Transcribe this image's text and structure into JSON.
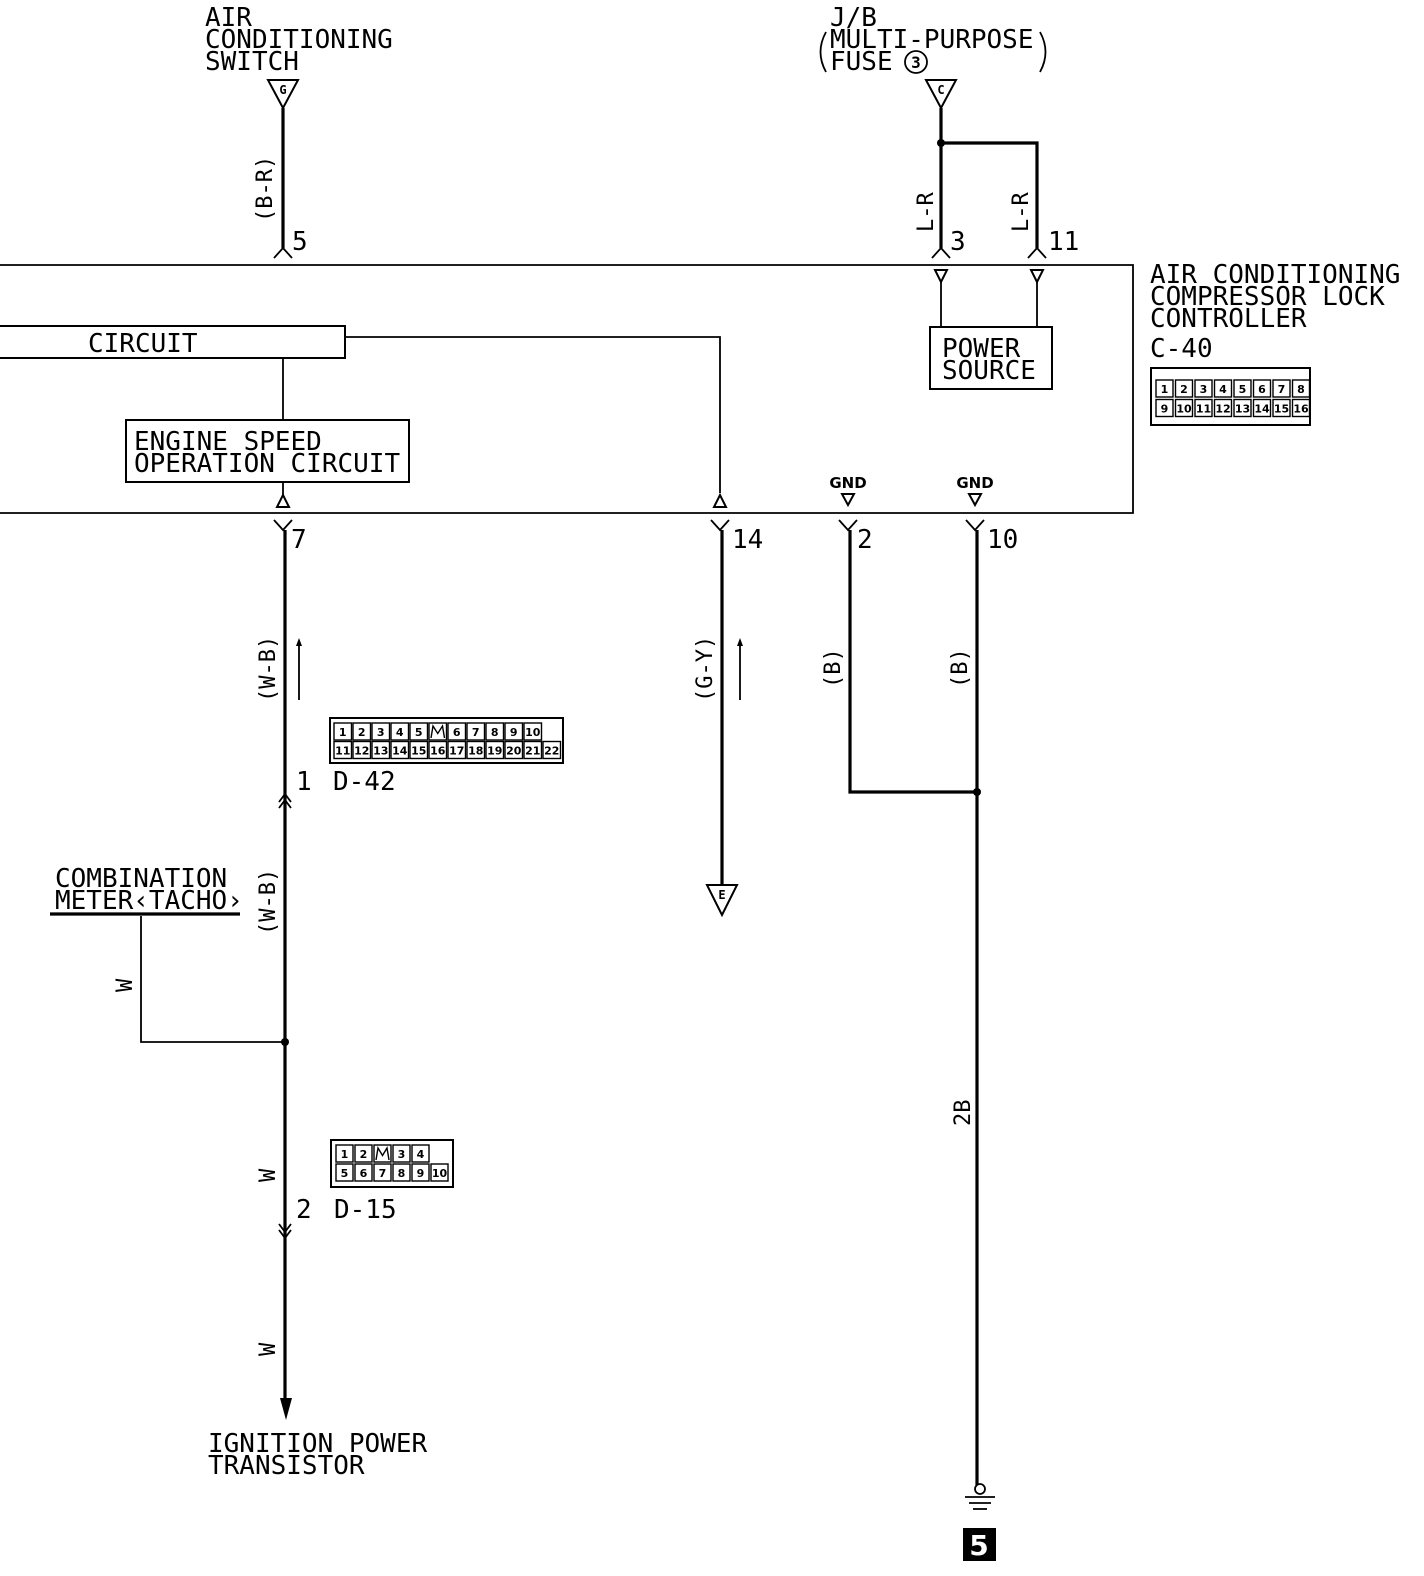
{
  "components": {
    "ac_switch": [
      "AIR",
      "CONDITIONING",
      "SWITCH"
    ],
    "ac_switch_terminal": "G",
    "jb": [
      "J/B",
      "MULTI-PURPOSE",
      "FUSE"
    ],
    "jb_fuse_number": "3",
    "jb_terminal": "C",
    "controller": [
      "AIR CONDITIONING",
      "COMPRESSOR LOCK",
      "CONTROLLER"
    ],
    "controller_connector": "C-40",
    "circuit_box": "CIRCUIT",
    "engine_speed": [
      "ENGINE SPEED",
      "OPERATION CIRCUIT"
    ],
    "power_source": [
      "POWER",
      "SOURCE"
    ],
    "combination_meter": [
      "COMBINATION",
      "METER‹TACHO›"
    ],
    "ignition_transistor": [
      "IGNITION POWER",
      "TRANSISTOR"
    ],
    "terminal_e": "E",
    "ground_ref": "5"
  },
  "pins": {
    "p5": "5",
    "p3": "3",
    "p11": "11",
    "p7": "7",
    "p14": "14",
    "p2": "2",
    "p10": "10",
    "d42_pin": "1",
    "d15_pin": "2"
  },
  "gnd_labels": [
    "GND",
    "GND"
  ],
  "wire_colors": {
    "br": "(B-R)",
    "lr1": "L-R",
    "lr2": "L-R",
    "wb1": "(W-B)",
    "wb2": "(W-B)",
    "gy": "(G-Y)",
    "b1": "(B)",
    "b2": "(B)",
    "w_meter": "W",
    "w1": "W",
    "w2": "W",
    "b2b": "2B"
  },
  "connectors": {
    "c40": {
      "name": "C-40",
      "row1": [
        "1",
        "2",
        "3",
        "4",
        "5",
        "6",
        "7",
        "8"
      ],
      "row2": [
        "9",
        "10",
        "11",
        "12",
        "13",
        "14",
        "15",
        "16"
      ]
    },
    "d42": {
      "name": "D-42",
      "row1": [
        "1",
        "2",
        "3",
        "4",
        "5",
        "",
        "6",
        "7",
        "8",
        "9",
        "10"
      ],
      "row2": [
        "11",
        "12",
        "13",
        "14",
        "15",
        "16",
        "17",
        "18",
        "19",
        "20",
        "21",
        "22"
      ]
    },
    "d15": {
      "name": "D-15",
      "row1": [
        "1",
        "2",
        "",
        "3",
        "4"
      ],
      "row2": [
        "5",
        "6",
        "7",
        "8",
        "9",
        "10"
      ]
    }
  }
}
